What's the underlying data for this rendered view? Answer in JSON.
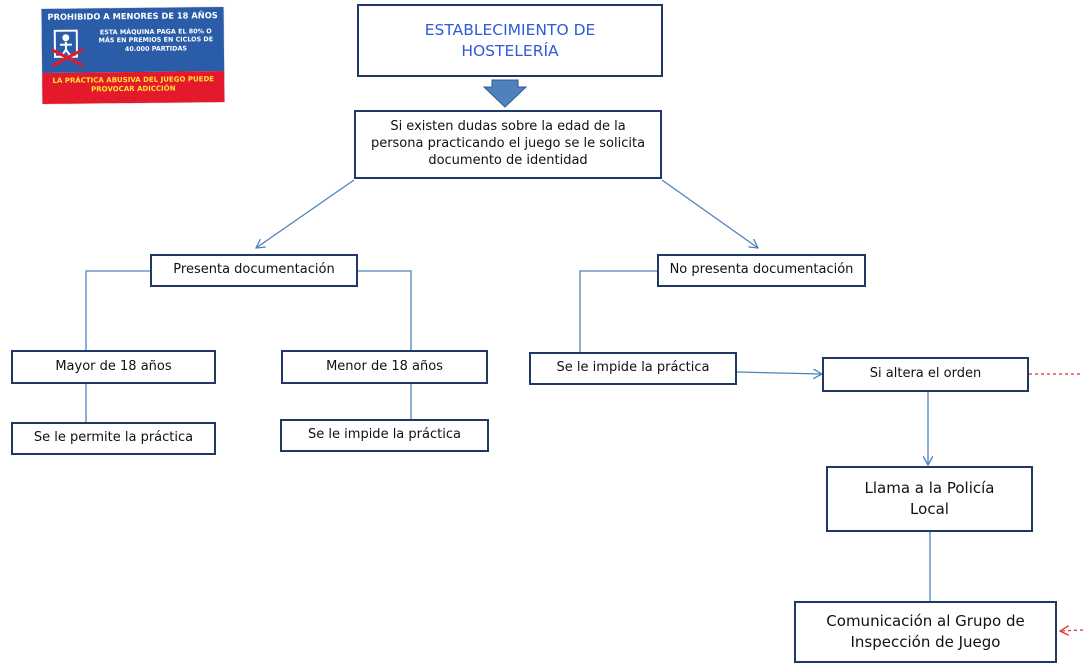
{
  "sign": {
    "heading": "PROHIBIDO A MENORES DE 18 AÑOS",
    "payout": "ESTA MÁQUINA PAGA EL 80% O MÁS EN PREMIOS EN CICLOS DE 40.000 PARTIDAS",
    "warning": "LA PRÁCTICA ABUSIVA DEL JUEGO PUEDE PROVOCAR ADICCIÓN",
    "colors": {
      "top": "#2a5ca8",
      "bottom": "#e4192b",
      "warning_text": "#ffe533"
    },
    "icon": "crossed-out-player-icon"
  },
  "flowchart": {
    "title": "ESTABLECIMIENTO DE HOSTELERÍA",
    "check_id": "Si existen dudas sobre la edad de la persona practicando el juego se le solicita documento de identidad",
    "presents_doc": "Presenta documentación",
    "no_doc": "No presenta documentación",
    "over_18": "Mayor de 18 años",
    "under_18": "Menor de 18 años",
    "allowed": "Se le permite la práctica",
    "prevented_minor": "Se le impide la práctica",
    "prevented_nodoc": "Se le impide la práctica",
    "disturbs_order": "Si altera el orden",
    "call_police": "Llama a la Policía Local",
    "notify_group": "Comunicación al Grupo de Inspección de Juego"
  },
  "colors": {
    "box_border": "#1f3864",
    "title_text": "#2e5bd8",
    "connector": "#4f81bd",
    "big_arrow": "#4f81bd",
    "dashed_arrow": "#e0302b"
  }
}
